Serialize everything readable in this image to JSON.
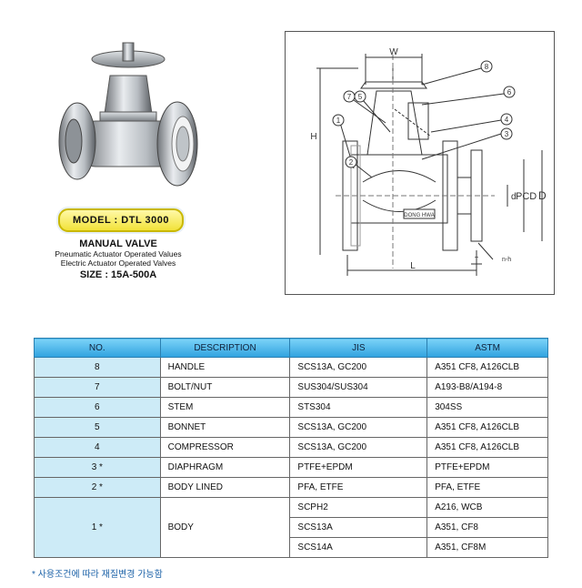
{
  "product": {
    "model_label": "MODEL : DTL 3000",
    "title": "MANUAL VALVE",
    "subtitle_1": "Pneumatic Actuator Operated Values",
    "subtitle_2": "Electric Actuator Operated Valves",
    "size": "SIZE : 15A-500A"
  },
  "diagram": {
    "labels": {
      "w": "W",
      "h": "H",
      "l": "L",
      "t": "T",
      "nh": "n-h",
      "d_small": "d",
      "pcd": "PCD",
      "d_big": "D",
      "brand": "DONG HWA"
    },
    "callouts": [
      "8",
      "6",
      "7",
      "5",
      "1",
      "4",
      "3",
      "2"
    ]
  },
  "table": {
    "headers": [
      "NO.",
      "DESCRIPTION",
      "JIS",
      "ASTM"
    ],
    "rows": [
      {
        "no": "8",
        "desc": "HANDLE",
        "jis": [
          "SCS13A, GC200"
        ],
        "astm": [
          "A351 CF8, A126CLB"
        ]
      },
      {
        "no": "7",
        "desc": "BOLT/NUT",
        "jis": [
          "SUS304/SUS304"
        ],
        "astm": [
          "A193-B8/A194-8"
        ]
      },
      {
        "no": "6",
        "desc": "STEM",
        "jis": [
          "STS304"
        ],
        "astm": [
          "304SS"
        ]
      },
      {
        "no": "5",
        "desc": "BONNET",
        "jis": [
          "SCS13A, GC200"
        ],
        "astm": [
          "A351 CF8, A126CLB"
        ]
      },
      {
        "no": "4",
        "desc": "COMPRESSOR",
        "jis": [
          "SCS13A, GC200"
        ],
        "astm": [
          "A351 CF8, A126CLB"
        ]
      },
      {
        "no": "3 *",
        "desc": "DIAPHRAGM",
        "jis": [
          "PTFE+EPDM"
        ],
        "astm": [
          "PTFE+EPDM"
        ]
      },
      {
        "no": "2 *",
        "desc": "BODY LINED",
        "jis": [
          "PFA, ETFE"
        ],
        "astm": [
          "PFA, ETFE"
        ]
      },
      {
        "no": "1 *",
        "desc": "BODY",
        "jis": [
          "SCPH2",
          "SCS13A",
          "SCS14A"
        ],
        "astm": [
          "A216, WCB",
          "A351, CF8",
          "A351, CF8M"
        ]
      }
    ]
  },
  "footnote": "* 사용조건에 따라 재질변경 가능함"
}
